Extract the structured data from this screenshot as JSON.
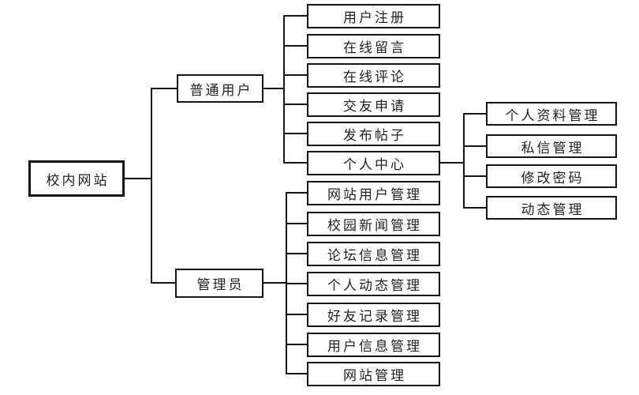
{
  "diagram": {
    "root": {
      "label": "校内网站"
    },
    "branches": [
      {
        "label": "普通用户",
        "children": [
          {
            "label": "用户注册"
          },
          {
            "label": "在线留言"
          },
          {
            "label": "在线评论"
          },
          {
            "label": "交友申请"
          },
          {
            "label": "发布帖子"
          },
          {
            "label": "个人中心",
            "children": [
              {
                "label": "个人资料管理"
              },
              {
                "label": "私信管理"
              },
              {
                "label": "修改密码"
              },
              {
                "label": "动态管理"
              }
            ]
          }
        ]
      },
      {
        "label": "管理员",
        "children": [
          {
            "label": "网站用户管理"
          },
          {
            "label": "校园新闻管理"
          },
          {
            "label": "论坛信息管理"
          },
          {
            "label": "个人动态管理"
          },
          {
            "label": "好友记录管理"
          },
          {
            "label": "用户信息管理"
          },
          {
            "label": "网站管理"
          }
        ]
      }
    ],
    "colors": {
      "background": "#ffffff",
      "line": "#141414",
      "box_border": "#141414",
      "text": "#222222"
    }
  }
}
